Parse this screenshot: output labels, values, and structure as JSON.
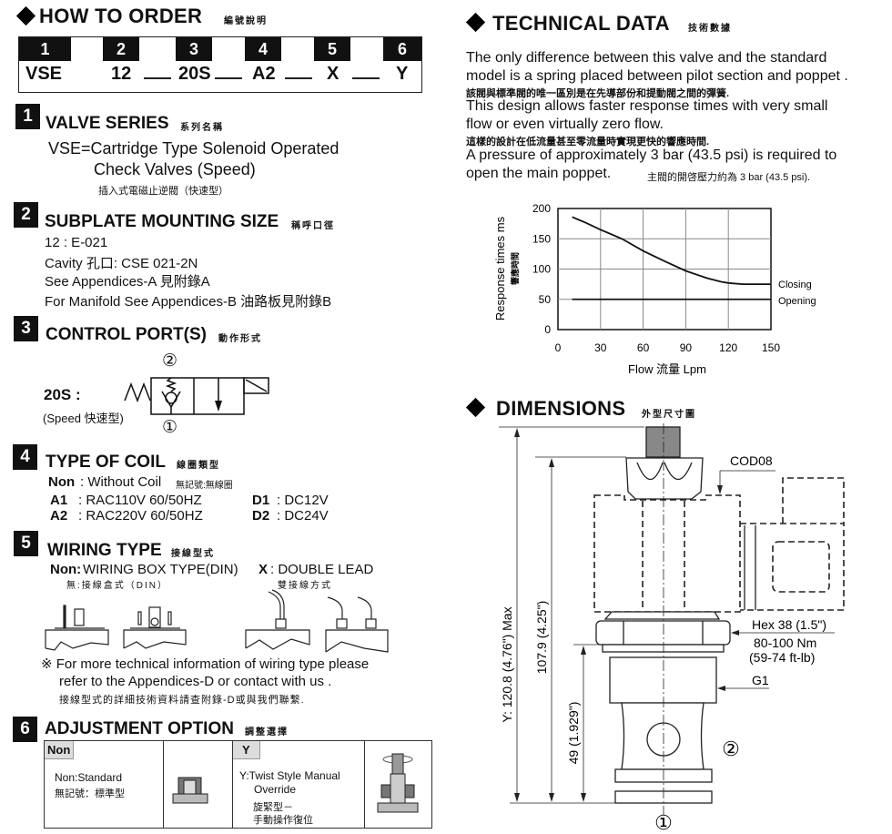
{
  "how_to_order": {
    "title": "HOW TO  ORDER",
    "title_zh": "編號說明",
    "positions": [
      "1",
      "2",
      "3",
      "4",
      "5",
      "6"
    ],
    "values": [
      "VSE",
      "12",
      "20S",
      "A2",
      "X",
      "Y"
    ]
  },
  "valve_series": {
    "num": "1",
    "title": "VALVE SERIES",
    "title_zh": "系列名稱",
    "line1": "VSE=Cartridge Type Solenoid Operated",
    "line2": "Check Valves (Speed)",
    "line_zh": "插入式電磁止逆閥（快速型）"
  },
  "subplate": {
    "num": "2",
    "title": "SUBPLATE MOUNTING SIZE",
    "title_zh": "稱呼口徑",
    "lines": [
      "12 : E-021",
      "Cavity 孔口: CSE 021-2N",
      "See Appendices-A 見附錄A",
      "For Manifold See Appendices-B 油路板見附錄B"
    ]
  },
  "control_port": {
    "num": "3",
    "title": "CONTROL PORT(S)",
    "title_zh": "動作形式",
    "code": "20S :",
    "desc": "(Speed 快速型)",
    "port_top": "②",
    "port_bottom": "①"
  },
  "coil": {
    "num": "4",
    "title": "TYPE OF COIL",
    "title_zh": "線圈類型",
    "non_code": "Non",
    "non_desc": ": Without Coil",
    "non_zh": "無記號:無線圈",
    "items": [
      {
        "code": "A1",
        "desc": ": RAC110V  60/50HZ"
      },
      {
        "code": "A2",
        "desc": ": RAC220V  60/50HZ"
      },
      {
        "code": "D1",
        "desc": ": DC12V"
      },
      {
        "code": "D2",
        "desc": ": DC24V"
      }
    ]
  },
  "wiring": {
    "num": "5",
    "title": "WIRING TYPE",
    "title_zh": "接線型式",
    "non_code": "Non:",
    "non_desc": "WIRING BOX TYPE(DIN)",
    "non_zh": "無:接線盒式（DIN）",
    "x_code": "X",
    "x_desc": ": DOUBLE LEAD",
    "x_zh": "雙接線方式",
    "note1": "※ For more technical information of wiring type  please",
    "note2": "refer to the Appendices-D or contact with us .",
    "note_zh": "接線型式的詳細技術資料請查附錄-D或與我們聯繫."
  },
  "adjustment": {
    "num": "6",
    "title": "ADJUSTMENT OPTION",
    "title_zh": "調整選擇",
    "options": [
      {
        "tag": "Non",
        "desc": "Non:Standard",
        "desc2": "",
        "zh": "無記號：標準型",
        "zh2": ""
      },
      {
        "tag": "Y",
        "desc": "Y:Twist Style Manual",
        "desc2": "Override",
        "zh": "旋緊型－",
        "zh2": "手動操作復位"
      }
    ]
  },
  "technical": {
    "title": "TECHNICAL DATA",
    "title_zh": "技術數據",
    "lines": [
      "The only difference between this valve and the standard",
      "model is a spring placed between pilot section and poppet .",
      "該閥與標準閥的唯一區別是在先導部份和提動閥之間的彈簧.",
      "This design allows faster response times with very small",
      "flow or even virtually zero flow.",
      "這樣的設計在低流量甚至零流量時實現更快的響應時間.",
      "A pressure of approximately  3 bar (43.5 psi) is required to",
      "open the main poppet."
    ],
    "last_zh": "主閥的開啓壓力約為 3 bar (43.5 psi)."
  },
  "chart_data": {
    "type": "line",
    "title": "",
    "xlabel": "Flow 流量 Lpm",
    "ylabel": "Response times  ms",
    "ylabel_zh": "響應時間",
    "xlim": [
      0,
      150
    ],
    "ylim": [
      0,
      200
    ],
    "xticks": [
      "0",
      "30",
      "60",
      "90",
      "120",
      "150"
    ],
    "yticks": [
      "0",
      "50",
      "100",
      "150",
      "200"
    ],
    "grid": true,
    "series": [
      {
        "name": "Closing",
        "x": [
          10,
          20,
          30,
          45,
          60,
          75,
          90,
          105,
          115,
          120,
          130,
          150
        ],
        "y": [
          186,
          176,
          165,
          150,
          130,
          113,
          97,
          85,
          79,
          77,
          75,
          75
        ]
      },
      {
        "name": "Opening",
        "x": [
          10,
          150
        ],
        "y": [
          50,
          50
        ]
      }
    ],
    "colors": {
      "line": "#111111",
      "grid": "#888888"
    }
  },
  "dimensions": {
    "title": "DIMENSIONS",
    "title_zh": "外型尺寸圖",
    "coil_label": "COD08",
    "hex": "Hex 38 (1.5\")",
    "torque": "80-100 Nm",
    "torque_ft": "(59-74 ft-lb)",
    "thread": "G1",
    "dim_max": "Y: 120.8 (4.76\") Max",
    "dim_mid": "107.9 (4.25\")",
    "dim_low": "49 (1.929\")",
    "port2": "②",
    "port1": "①"
  }
}
